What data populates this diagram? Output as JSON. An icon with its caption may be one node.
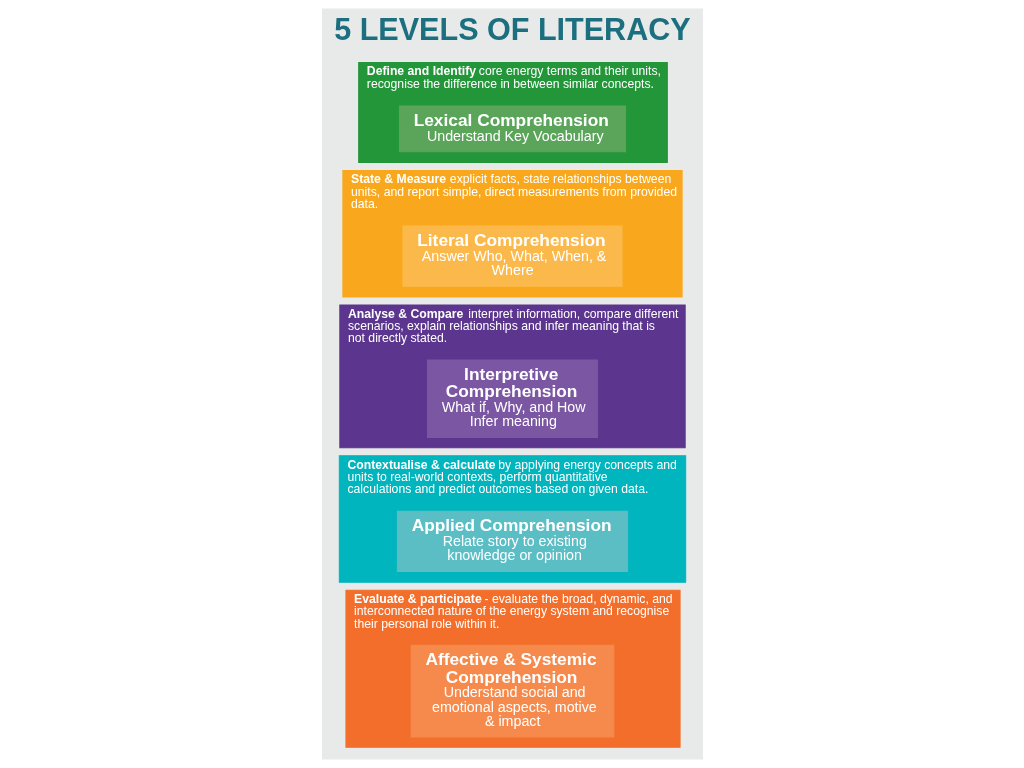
{
  "diagram": {
    "title": "5 LEVELS OF LITERACY",
    "nodes": [
      {
        "text": [
          "**Define and Identify** core energy terms and their units, recognise the difference in between similar concepts."
        ]
      },
      {
        "text": [
          "Lexical Comprehension",
          "Understand Key Vocabulary"
        ],
        "in": 0
      },
      {
        "text": [
          "**State & Measure** explicit facts, state relationships between units, and report simple, direct measurements from provided data."
        ]
      },
      {
        "text": [
          "Literal Comprehension",
          "Answer Who, What, When, & Where"
        ],
        "in": 2
      },
      {
        "text": [
          "**Analyse & Compare** interpret information, compare different scenarios, explain relationships and infer meaning that is not directly stated."
        ]
      },
      {
        "text": [
          "Interpretive Comprehension",
          "What if, Why, and How Infer meaning"
        ],
        "in": 4
      },
      {
        "text": [
          "**Contextualise & calculate** by applying energy concepts and units to real-world contexts, perform quantitative calculations and predict outcomes based on given data."
        ]
      },
      {
        "text": [
          "Applied Comprehension",
          "Relate story to existing knowledge or opinion"
        ],
        "in": 6
      },
      {
        "text": [
          "**Evaluate & participate** - evaluate the broad, dynamic, and interconnected nature of the energy system and recognise their personal role within it."
        ]
      },
      {
        "text": [
          "Affective & Systemic Comprehension",
          "Understand social and emotional aspects, motive & impact"
        ],
        "in": 8
      }
    ],
    "edges": []
  }
}
